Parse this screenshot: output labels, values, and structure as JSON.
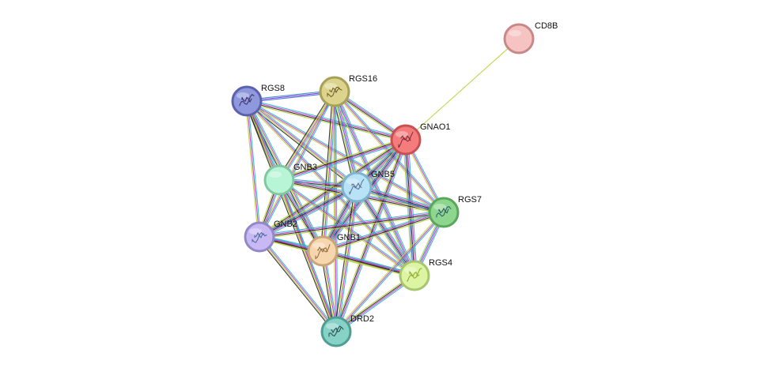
{
  "network": {
    "nodes": [
      {
        "id": "CD8B",
        "label": "CD8B",
        "fill": "#f6c3c3",
        "stroke": "#c98888",
        "structure": false
      },
      {
        "id": "GNAO1",
        "label": "GNAO1",
        "fill": "#f47c7c",
        "stroke": "#c85050",
        "structure": true,
        "glyph_color": "#7a2a3a"
      },
      {
        "id": "RGS8",
        "label": "RGS8",
        "fill": "#8f98dc",
        "stroke": "#5a62ae",
        "structure": true,
        "glyph_color": "#3a2e6a"
      },
      {
        "id": "RGS16",
        "label": "RGS16",
        "fill": "#dcd48c",
        "stroke": "#a8a058",
        "structure": true,
        "glyph_color": "#6e5a2a"
      },
      {
        "id": "GNB3",
        "label": "GNB3",
        "fill": "#b8f5d6",
        "stroke": "#80c8a2",
        "structure": false
      },
      {
        "id": "GNB5",
        "label": "GNB5",
        "fill": "#b8e2f6",
        "stroke": "#7fb2cc",
        "structure": true,
        "glyph_color": "#5a6a8a"
      },
      {
        "id": "RGS7",
        "label": "RGS7",
        "fill": "#8ed68e",
        "stroke": "#5aa65a",
        "structure": true,
        "glyph_color": "#2a5a6a"
      },
      {
        "id": "GNB2",
        "label": "GNB2",
        "fill": "#c8b8f4",
        "stroke": "#9488c6",
        "structure": true,
        "glyph_color": "#4a6a9a"
      },
      {
        "id": "GNB1",
        "label": "GNB1",
        "fill": "#f7d6ae",
        "stroke": "#c9a678",
        "structure": true,
        "glyph_color": "#8a6a3a"
      },
      {
        "id": "RGS4",
        "label": "RGS4",
        "fill": "#ddf5a2",
        "stroke": "#a8c670",
        "structure": true,
        "glyph_color": "#8aaa2a"
      },
      {
        "id": "DRD2",
        "label": "DRD2",
        "fill": "#86d2c6",
        "stroke": "#4e9e92",
        "structure": true,
        "glyph_color": "#2a4a4a"
      }
    ],
    "edges": [
      {
        "source": "CD8B",
        "target": "GNAO1",
        "colors": [
          "#b8d23a"
        ]
      },
      {
        "source": "RGS8",
        "target": "RGS16",
        "colors": [
          "#2a8cbc",
          "#7e2ad8",
          "#3a6ad8"
        ]
      },
      {
        "source": "RGS8",
        "target": "GNAO1",
        "colors": [
          "#2ab8c8",
          "#c83ac8",
          "#222222",
          "#b8d23a"
        ]
      },
      {
        "source": "RGS8",
        "target": "GNB3",
        "colors": [
          "#2ab8c8",
          "#c83ac8",
          "#b8d23a",
          "#222222"
        ]
      },
      {
        "source": "RGS8",
        "target": "GNB5",
        "colors": [
          "#2ab8c8",
          "#c83ac8",
          "#b8d23a",
          "#222222"
        ]
      },
      {
        "source": "RGS8",
        "target": "GNB2",
        "colors": [
          "#2ab8c8",
          "#c83ac8",
          "#b8d23a"
        ]
      },
      {
        "source": "RGS8",
        "target": "GNB1",
        "colors": [
          "#2ab8c8",
          "#c83ac8",
          "#b8d23a",
          "#222222"
        ]
      },
      {
        "source": "RGS8",
        "target": "RGS4",
        "colors": [
          "#2ab8c8",
          "#c83ac8",
          "#b8d23a"
        ]
      },
      {
        "source": "RGS8",
        "target": "RGS7",
        "colors": [
          "#2ab8c8",
          "#c83ac8",
          "#b8d23a"
        ]
      },
      {
        "source": "RGS8",
        "target": "DRD2",
        "colors": [
          "#2ab8c8",
          "#c83ac8",
          "#b8d23a",
          "#222222"
        ]
      },
      {
        "source": "RGS16",
        "target": "GNAO1",
        "colors": [
          "#2ab8c8",
          "#c83ac8",
          "#222222",
          "#b8d23a"
        ]
      },
      {
        "source": "RGS16",
        "target": "GNB3",
        "colors": [
          "#2ab8c8",
          "#c83ac8",
          "#b8d23a",
          "#222222"
        ]
      },
      {
        "source": "RGS16",
        "target": "GNB5",
        "colors": [
          "#2ab8c8",
          "#c83ac8",
          "#3a6ad8",
          "#b8d23a",
          "#222222"
        ]
      },
      {
        "source": "RGS16",
        "target": "GNB2",
        "colors": [
          "#2ab8c8",
          "#c83ac8",
          "#b8d23a"
        ]
      },
      {
        "source": "RGS16",
        "target": "GNB1",
        "colors": [
          "#2ab8c8",
          "#c83ac8",
          "#b8d23a",
          "#222222"
        ]
      },
      {
        "source": "RGS16",
        "target": "RGS4",
        "colors": [
          "#2ab8c8",
          "#c83ac8",
          "#3a6ad8",
          "#b8d23a"
        ]
      },
      {
        "source": "RGS16",
        "target": "RGS7",
        "colors": [
          "#2ab8c8",
          "#c83ac8",
          "#b8d23a"
        ]
      },
      {
        "source": "RGS16",
        "target": "DRD2",
        "colors": [
          "#2ab8c8",
          "#c83ac8",
          "#b8d23a"
        ]
      },
      {
        "source": "GNAO1",
        "target": "GNB3",
        "colors": [
          "#2ab8c8",
          "#c83ac8",
          "#222222",
          "#b8d23a"
        ]
      },
      {
        "source": "GNAO1",
        "target": "GNB5",
        "colors": [
          "#2ab8c8",
          "#c83ac8",
          "#222222",
          "#3a6ad8",
          "#b8d23a"
        ]
      },
      {
        "source": "GNAO1",
        "target": "GNB2",
        "colors": [
          "#2ab8c8",
          "#c83ac8",
          "#222222",
          "#b8d23a"
        ]
      },
      {
        "source": "GNAO1",
        "target": "GNB1",
        "colors": [
          "#2ab8c8",
          "#c83ac8",
          "#222222",
          "#3a6ad8",
          "#b8d23a"
        ]
      },
      {
        "source": "GNAO1",
        "target": "RGS7",
        "colors": [
          "#2ab8c8",
          "#c83ac8",
          "#b8d23a"
        ]
      },
      {
        "source": "GNAO1",
        "target": "RGS4",
        "colors": [
          "#2ab8c8",
          "#c83ac8",
          "#222222",
          "#3a6ad8",
          "#b8d23a"
        ]
      },
      {
        "source": "GNAO1",
        "target": "DRD2",
        "colors": [
          "#2ab8c8",
          "#c83ac8",
          "#222222",
          "#b8d23a"
        ]
      },
      {
        "source": "GNB3",
        "target": "GNB5",
        "colors": [
          "#2ab8c8",
          "#c83ac8",
          "#222222",
          "#b8d23a"
        ]
      },
      {
        "source": "GNB3",
        "target": "GNB2",
        "colors": [
          "#2ab8c8",
          "#c83ac8",
          "#222222",
          "#b8d23a"
        ]
      },
      {
        "source": "GNB3",
        "target": "GNB1",
        "colors": [
          "#2ab8c8",
          "#c83ac8",
          "#222222",
          "#b8d23a"
        ]
      },
      {
        "source": "GNB3",
        "target": "RGS7",
        "colors": [
          "#2ab8c8",
          "#c83ac8",
          "#222222",
          "#b8d23a"
        ]
      },
      {
        "source": "GNB3",
        "target": "RGS4",
        "colors": [
          "#2ab8c8",
          "#c83ac8",
          "#b8d23a"
        ]
      },
      {
        "source": "GNB3",
        "target": "DRD2",
        "colors": [
          "#2ab8c8",
          "#c83ac8",
          "#b8d23a"
        ]
      },
      {
        "source": "GNB5",
        "target": "GNB2",
        "colors": [
          "#2ab8c8",
          "#c83ac8",
          "#222222",
          "#3a6ad8",
          "#b8d23a"
        ]
      },
      {
        "source": "GNB5",
        "target": "GNB1",
        "colors": [
          "#2ab8c8",
          "#c83ac8",
          "#222222",
          "#3a6ad8",
          "#b8d23a"
        ]
      },
      {
        "source": "GNB5",
        "target": "RGS7",
        "colors": [
          "#2ab8c8",
          "#c83ac8",
          "#222222",
          "#3a6ad8",
          "#b8d23a"
        ]
      },
      {
        "source": "GNB5",
        "target": "RGS4",
        "colors": [
          "#2ab8c8",
          "#c83ac8",
          "#222222",
          "#3a6ad8",
          "#b8d23a"
        ]
      },
      {
        "source": "GNB5",
        "target": "DRD2",
        "colors": [
          "#2ab8c8",
          "#c83ac8",
          "#b8d23a",
          "#222222"
        ]
      },
      {
        "source": "GNB2",
        "target": "GNB1",
        "colors": [
          "#2ab8c8",
          "#c83ac8",
          "#222222",
          "#b8d23a"
        ]
      },
      {
        "source": "GNB2",
        "target": "RGS7",
        "colors": [
          "#2ab8c8",
          "#c83ac8",
          "#222222",
          "#b8d23a"
        ]
      },
      {
        "source": "GNB2",
        "target": "RGS4",
        "colors": [
          "#2ab8c8",
          "#c83ac8",
          "#222222",
          "#b8d23a"
        ]
      },
      {
        "source": "GNB2",
        "target": "DRD2",
        "colors": [
          "#2ab8c8",
          "#c83ac8",
          "#b8d23a",
          "#222222"
        ]
      },
      {
        "source": "GNB1",
        "target": "RGS7",
        "colors": [
          "#2ab8c8",
          "#c83ac8",
          "#222222",
          "#b8d23a"
        ]
      },
      {
        "source": "GNB1",
        "target": "RGS4",
        "colors": [
          "#2ab8c8",
          "#c83ac8",
          "#222222",
          "#b8d23a"
        ]
      },
      {
        "source": "GNB1",
        "target": "DRD2",
        "colors": [
          "#2ab8c8",
          "#c83ac8",
          "#b8d23a",
          "#222222"
        ]
      },
      {
        "source": "RGS7",
        "target": "RGS4",
        "colors": [
          "#2ab8c8",
          "#c83ac8",
          "#3a6ad8",
          "#b8d23a"
        ]
      },
      {
        "source": "RGS7",
        "target": "DRD2",
        "colors": [
          "#2ab8c8",
          "#c83ac8",
          "#b8d23a"
        ]
      },
      {
        "source": "RGS4",
        "target": "DRD2",
        "colors": [
          "#2ab8c8",
          "#c83ac8",
          "#222222",
          "#b8d23a"
        ]
      }
    ]
  }
}
